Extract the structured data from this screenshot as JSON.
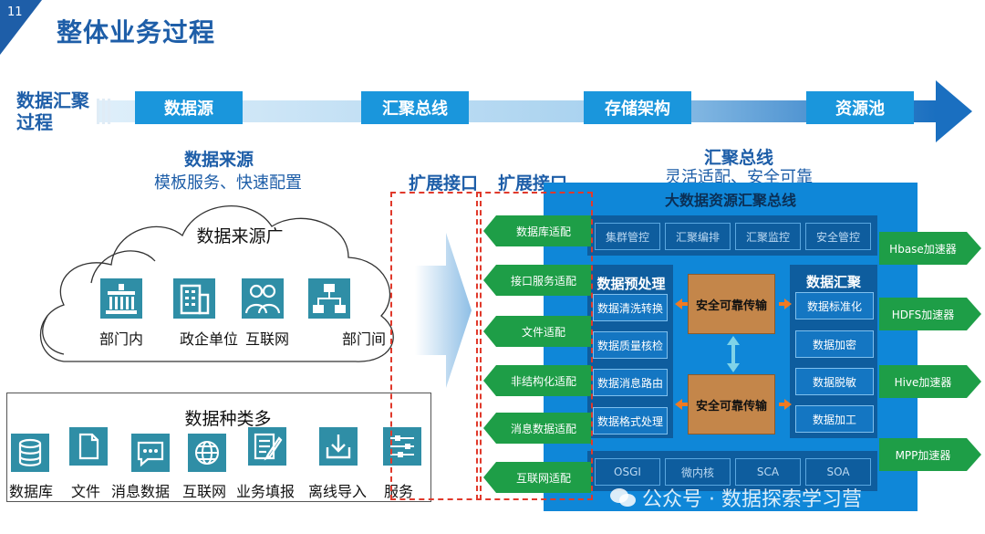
{
  "page": {
    "number": "11",
    "title": "整体业务过程"
  },
  "process": {
    "label": "数据汇聚过程",
    "steps": [
      "数据源",
      "汇聚总线",
      "存储架构",
      "资源池"
    ]
  },
  "data_source": {
    "title": "数据来源",
    "subtitle": "模板服务、快速配置",
    "cloud_title": "数据来源广",
    "sources": [
      {
        "label": "部门内",
        "icon": "government-building-icon"
      },
      {
        "label": "政企单位",
        "icon": "office-building-icon"
      },
      {
        "label": "互联网",
        "icon": "people-icon"
      },
      {
        "label": "部门间",
        "icon": "network-hierarchy-icon"
      }
    ]
  },
  "data_types": {
    "title": "数据种类多",
    "items": [
      {
        "label": "数据库",
        "icon": "database-icon"
      },
      {
        "label": "文件",
        "icon": "file-icon"
      },
      {
        "label": "消息数据",
        "icon": "message-icon"
      },
      {
        "label": "互联网",
        "icon": "globe-icon"
      },
      {
        "label": "业务填报",
        "icon": "form-edit-icon"
      },
      {
        "label": "离线导入",
        "icon": "import-icon"
      },
      {
        "label": "服务",
        "icon": "service-sliders-icon"
      }
    ]
  },
  "extension": {
    "label_1": "扩展接口",
    "label_2": "扩展接口"
  },
  "adapters": [
    "数据库适配",
    "接口服务适配",
    "文件适配",
    "非结构化适配",
    "消息数据适配",
    "互联网适配"
  ],
  "bus_header": {
    "title": "汇聚总线",
    "subtitle": "灵活适配、安全可靠"
  },
  "bus": {
    "title": "大数据资源汇聚总线",
    "top_controls": [
      "集群管控",
      "汇聚编排",
      "汇聚监控",
      "安全管控"
    ],
    "preprocess": {
      "title": "数据预处理",
      "items": [
        "数据清洗转换",
        "数据质量核检",
        "数据消息路由",
        "数据格式处理"
      ]
    },
    "aggregate": {
      "title": "数据汇聚",
      "items": [
        "数据标准化",
        "数据加密",
        "数据脱敏",
        "数据加工"
      ]
    },
    "secure_transfer": [
      "安全可靠传输",
      "安全可靠传输"
    ],
    "bottom": [
      "OSGI",
      "微内核",
      "SCA",
      "SOA"
    ]
  },
  "accelerators": [
    "Hbase加速器",
    "HDFS加速器",
    "Hive加速器",
    "MPP加速器"
  ],
  "watermark": "公众号 · 数据探索学习营",
  "colors": {
    "brand_blue": "#1e5ea8",
    "step_blue": "#1a96dc",
    "green": "#1e9e47",
    "bus_blue": "#0f87d8",
    "dashed_red": "#e0392b",
    "secure_tan": "#c4864a"
  }
}
